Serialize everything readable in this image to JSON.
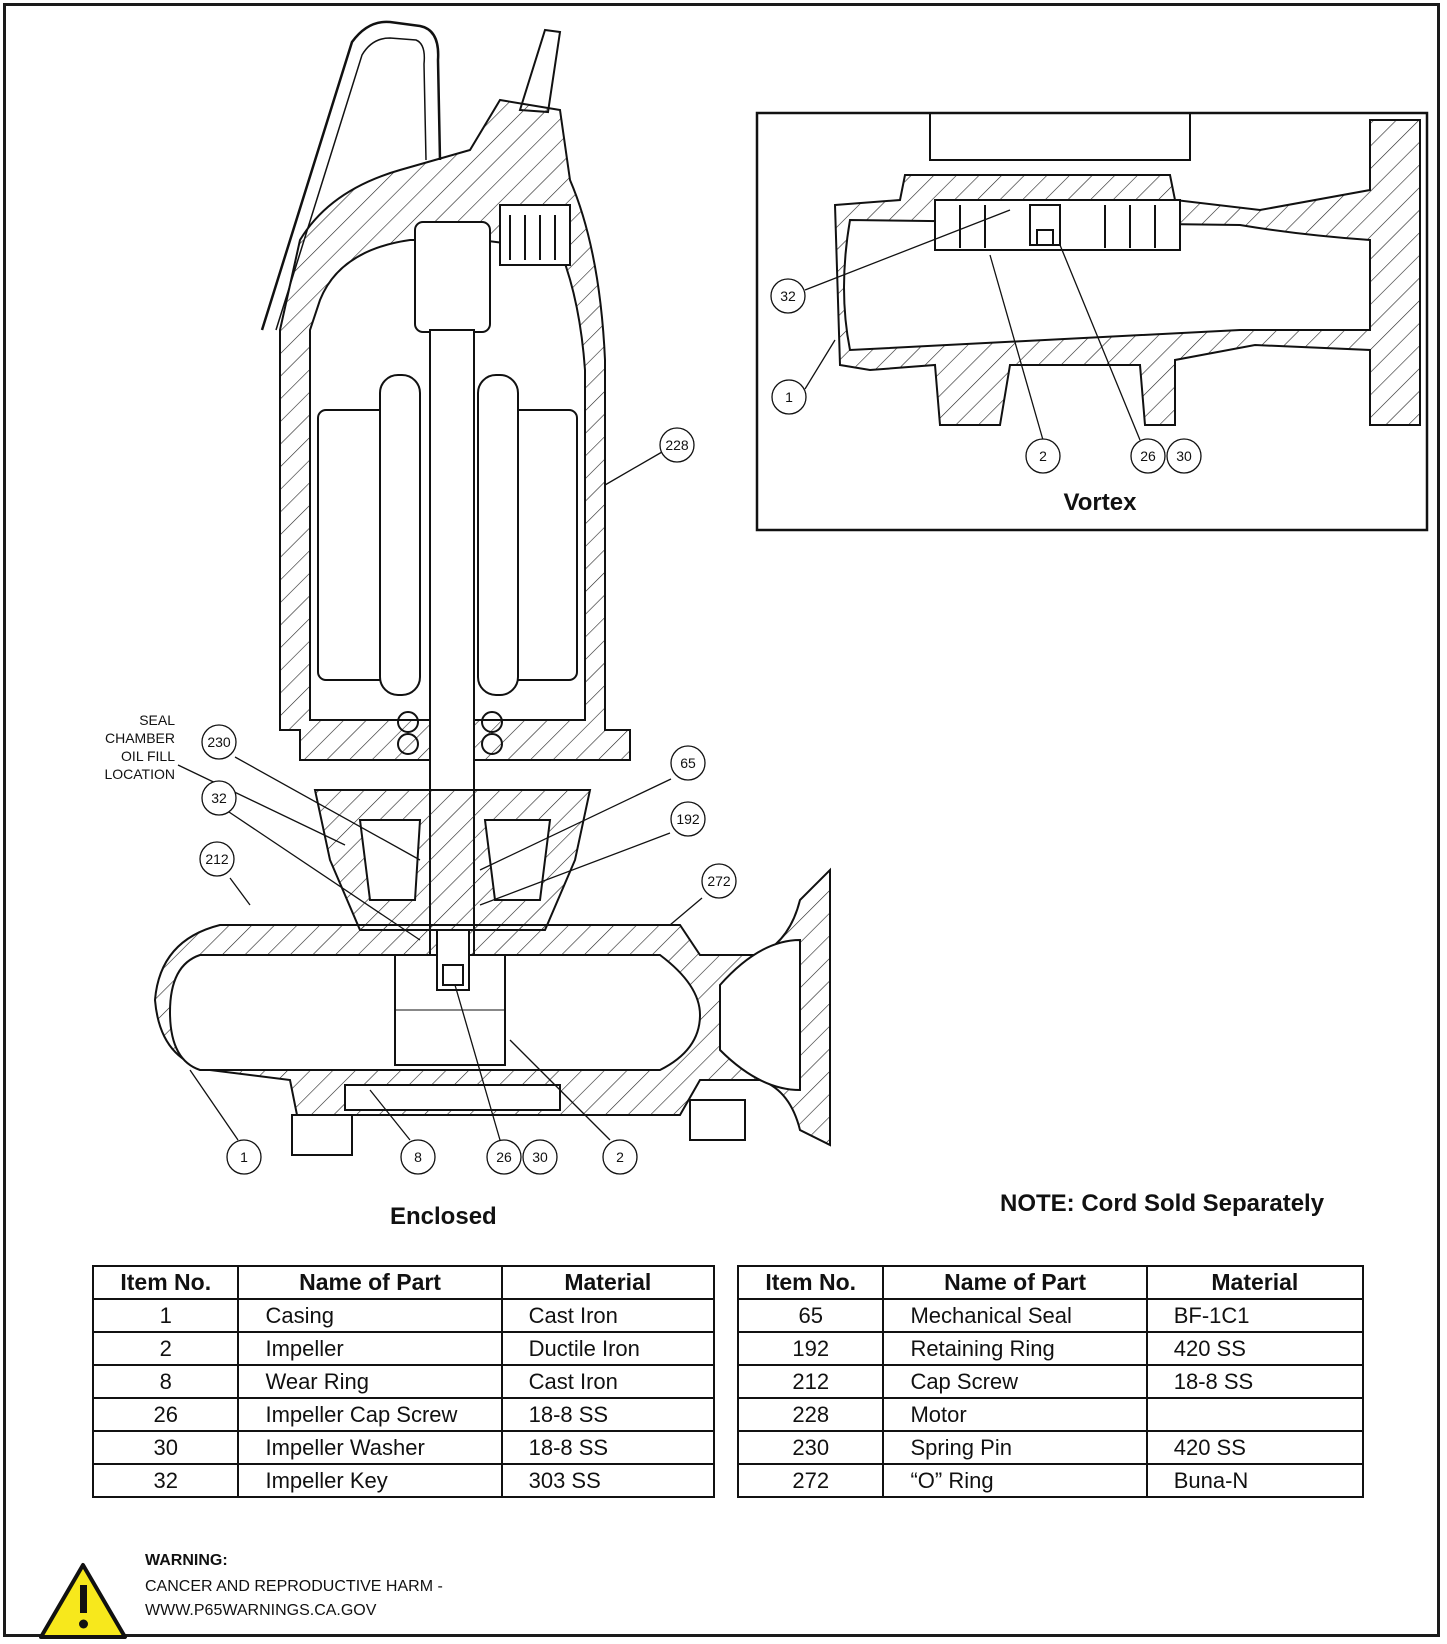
{
  "labels": {
    "vortex": "Vortex",
    "enclosed": "Enclosed",
    "note": "NOTE: Cord Sold Separately",
    "seal_chamber": [
      "SEAL",
      "CHAMBER",
      "OIL FILL",
      "LOCATION"
    ]
  },
  "callouts_main": [
    "228",
    "230",
    "32",
    "65",
    "192",
    "212",
    "272",
    "1",
    "8",
    "26",
    "30",
    "2"
  ],
  "callouts_vortex": [
    "32",
    "1",
    "2",
    "26",
    "30"
  ],
  "table": {
    "headers": [
      "Item No.",
      "Name of Part",
      "Material"
    ],
    "left": [
      [
        "1",
        "Casing",
        "Cast Iron"
      ],
      [
        "2",
        "Impeller",
        "Ductile Iron"
      ],
      [
        "8",
        "Wear Ring",
        "Cast Iron"
      ],
      [
        "26",
        "Impeller Cap Screw",
        "18-8 SS"
      ],
      [
        "30",
        "Impeller Washer",
        "18-8 SS"
      ],
      [
        "32",
        "Impeller Key",
        "303 SS"
      ]
    ],
    "right": [
      [
        "65",
        "Mechanical Seal",
        "BF-1C1"
      ],
      [
        "192",
        "Retaining Ring",
        "420 SS"
      ],
      [
        "212",
        "Cap Screw",
        "18-8 SS"
      ],
      [
        "228",
        "Motor",
        ""
      ],
      [
        "230",
        "Spring Pin",
        "420 SS"
      ],
      [
        "272",
        "“O” Ring",
        "Buna-N"
      ]
    ]
  },
  "warning": {
    "title": "WARNING:",
    "line1": "CANCER AND REPRODUCTIVE HARM -",
    "line2": "WWW.P65WARNINGS.CA.GOV"
  },
  "colors": {
    "ink": "#111111",
    "warning_yellow": "#f7e81c"
  }
}
